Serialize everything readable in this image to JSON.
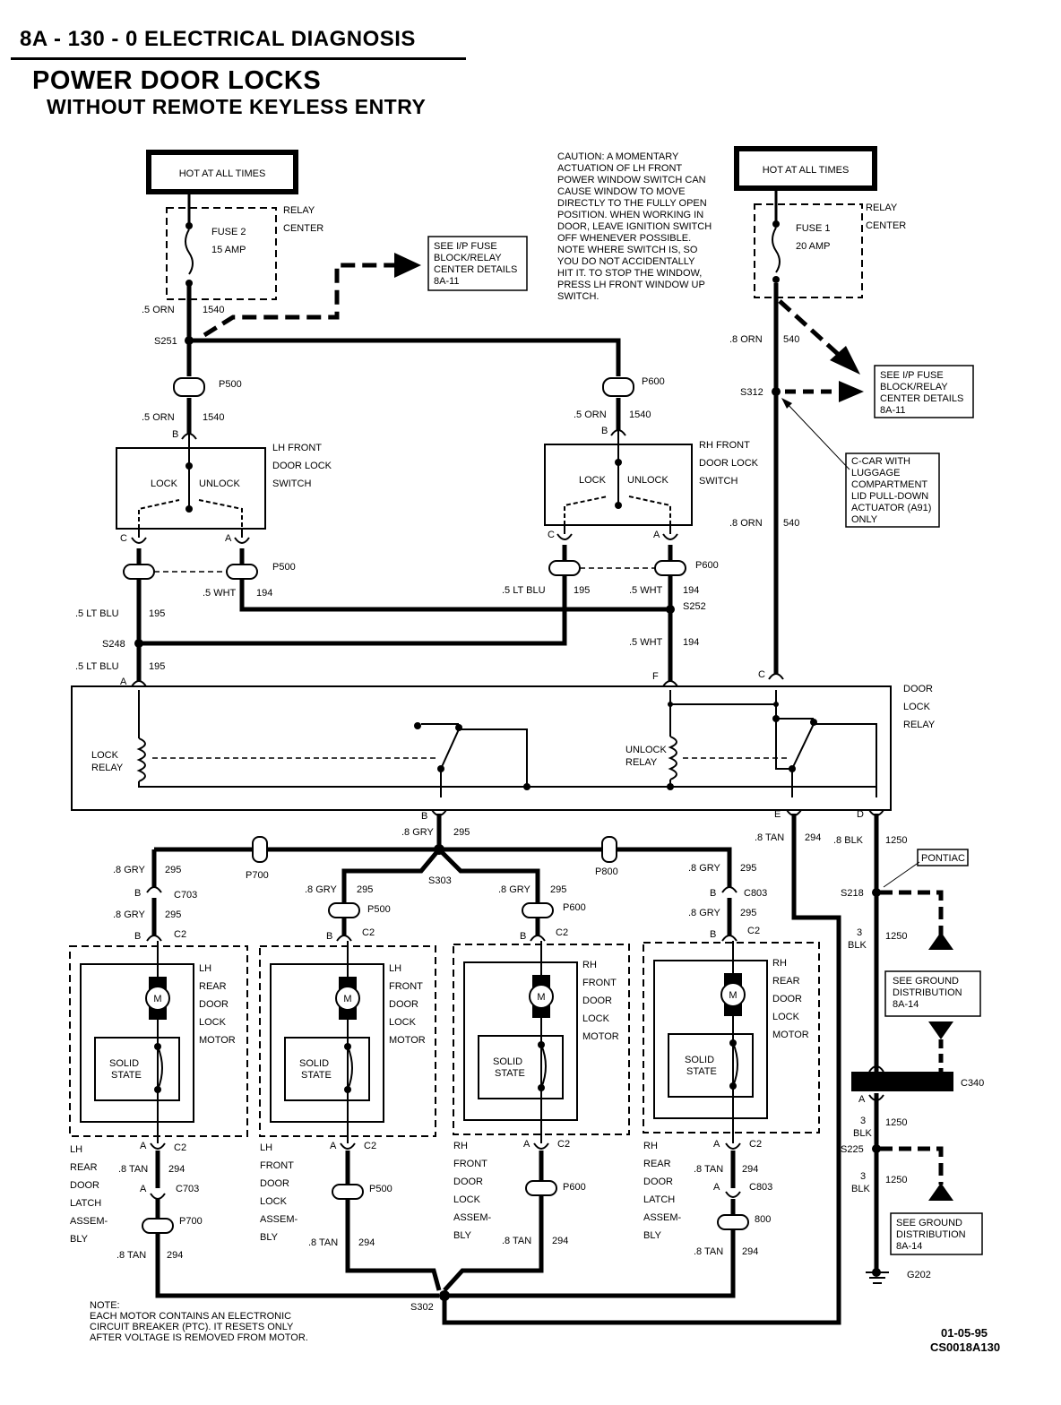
{
  "header": {
    "page_code": "8A - 130 - 0  ELECTRICAL DIAGNOSIS",
    "title": "POWER DOOR LOCKS",
    "subtitle": "WITHOUT REMOTE KEYLESS ENTRY"
  },
  "power_boxes": {
    "left": "HOT AT ALL TIMES",
    "right": "HOT AT ALL TIMES"
  },
  "relay_center": {
    "line1": "RELAY",
    "line2": "CENTER"
  },
  "fuses": {
    "fuse2": {
      "name": "FUSE 2",
      "rating": "15 AMP"
    },
    "fuse1": {
      "name": "FUSE 1",
      "rating": "20 AMP"
    }
  },
  "see_fuse_block": [
    "SEE I/P FUSE",
    "BLOCK/RELAY",
    "CENTER DETAILS",
    "8A-11"
  ],
  "caution_note": [
    "CAUTION: A MOMENTARY",
    "ACTUATION OF LH FRONT",
    "POWER WINDOW SWITCH CAN",
    "CAUSE WINDOW TO MOVE",
    "DIRECTLY TO THE FULLY OPEN",
    "POSITION. WHEN WORKING IN",
    "DOOR, LEAVE IGNITION SWITCH",
    "OFF WHENEVER POSSIBLE.",
    "NOTE WHERE SWITCH IS, SO",
    "YOU DO NOT ACCIDENTALLY",
    "HIT IT. TO STOP THE WINDOW,",
    "PRESS LH FRONT WINDOW UP",
    "SWITCH."
  ],
  "c_car_note": [
    "C-CAR WITH",
    "LUGGAGE",
    "COMPARTMENT",
    "LID PULL-DOWN",
    "ACTUATOR (A91)",
    "ONLY"
  ],
  "wires": {
    "orn_05": ".5 ORN",
    "orn_08": ".8 ORN",
    "c1540": "1540",
    "c540": "540",
    "ltblu_05": ".5 LT BLU",
    "c195": "195",
    "wht_05": ".5 WHT",
    "c194": "194",
    "gry_08": ".8 GRY",
    "c295": "295",
    "tan_08": ".8 TAN",
    "c294": "294",
    "blk_08": ".8 BLK",
    "c1250": "1250",
    "blk3_a": "3",
    "blk3_b": "BLK"
  },
  "splices": {
    "s251": "S251",
    "s312": "S312",
    "s248": "S248",
    "s252": "S252",
    "s303": "S303",
    "s302": "S302",
    "s218": "S218",
    "s225": "S225",
    "g202": "G202"
  },
  "connectors": {
    "p500": "P500",
    "p600": "P600",
    "p700": "P700",
    "p800": "P800",
    "c703": "C703",
    "c803": "C803",
    "c2": "C2",
    "c340": "C340",
    "p800b": "800"
  },
  "pins": {
    "a": "A",
    "b": "B",
    "c": "C",
    "d": "D",
    "e": "E",
    "f": "F"
  },
  "switches": {
    "lh": [
      "LH FRONT",
      "DOOR LOCK",
      "SWITCH"
    ],
    "rh": [
      "RH FRONT",
      "DOOR LOCK",
      "SWITCH"
    ],
    "lock": "LOCK",
    "unlock": "UNLOCK"
  },
  "door_lock_relay": [
    "DOOR",
    "LOCK",
    "RELAY"
  ],
  "lock_relay": [
    "LOCK",
    "RELAY"
  ],
  "unlock_relay": [
    "UNLOCK",
    "RELAY"
  ],
  "motors": {
    "m": "M",
    "solid_state": [
      "SOLID",
      "STATE"
    ],
    "lh_rear": [
      "LH",
      "REAR",
      "DOOR",
      "LOCK",
      "MOTOR"
    ],
    "lh_front": [
      "LH",
      "FRONT",
      "DOOR",
      "LOCK",
      "MOTOR"
    ],
    "rh_front": [
      "RH",
      "FRONT",
      "DOOR",
      "LOCK",
      "MOTOR"
    ],
    "rh_rear": [
      "RH",
      "REAR",
      "DOOR",
      "LOCK",
      "MOTOR"
    ]
  },
  "latches": {
    "lh_rear": [
      "LH",
      "REAR",
      "DOOR",
      "LATCH",
      "ASSEM-",
      "BLY"
    ],
    "lh_front": [
      "LH",
      "FRONT",
      "DOOR",
      "LOCK",
      "ASSEM-",
      "BLY"
    ],
    "rh_front": [
      "RH",
      "FRONT",
      "DOOR",
      "LOCK",
      "ASSEM-",
      "BLY"
    ],
    "rh_rear": [
      "RH",
      "REAR",
      "DOOR",
      "LATCH",
      "ASSEM-",
      "BLY"
    ]
  },
  "pontiac": "PONTIAC",
  "see_ground": [
    "SEE GROUND",
    "DISTRIBUTION",
    "8A-14"
  ],
  "footer_note": [
    "NOTE:",
    "EACH MOTOR CONTAINS AN ELECTRONIC",
    "CIRCUIT BREAKER (PTC). IT RESETS ONLY",
    "AFTER VOLTAGE IS REMOVED FROM MOTOR."
  ],
  "doc_date": "01-05-95",
  "doc_code": "CS0018A130"
}
